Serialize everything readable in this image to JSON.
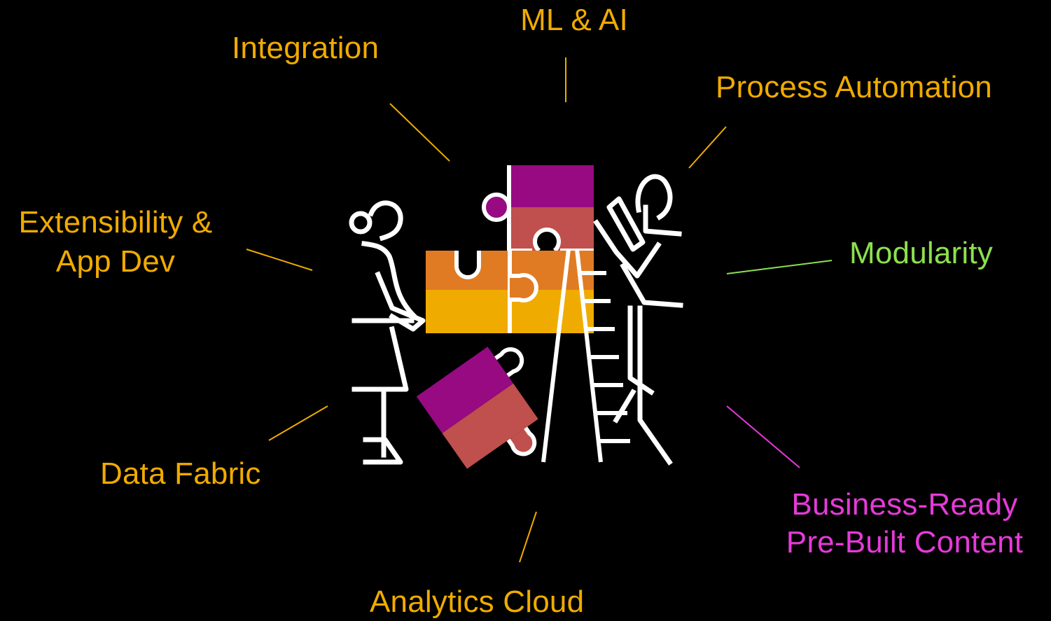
{
  "labels": {
    "ml_ai": "ML & AI",
    "integration": "Integration",
    "process_automation": "Process Automation",
    "extensibility_line1": "Extensibility &",
    "extensibility_line2": "App Dev",
    "modularity": "Modularity",
    "data_fabric": "Data Fabric",
    "business_ready_line1": "Business-Ready",
    "business_ready_line2": "Pre-Built Content",
    "analytics_cloud": "Analytics Cloud"
  },
  "colors": {
    "background": "#000000",
    "label_default": "#f0ab00",
    "label_modularity": "#8ce04f",
    "label_business_ready": "#e63ad8",
    "puzzle_purple": "#970a82",
    "puzzle_rose": "#c0504d",
    "puzzle_orange": "#e07b23",
    "puzzle_yellow": "#f0ab00",
    "line_art": "#ffffff"
  },
  "illustration": {
    "subject": "two-people-assembling-puzzle-pieces",
    "icons": [
      "person-left-icon",
      "person-on-ladder-icon",
      "ladder-icon",
      "puzzle-piece-icon"
    ]
  }
}
